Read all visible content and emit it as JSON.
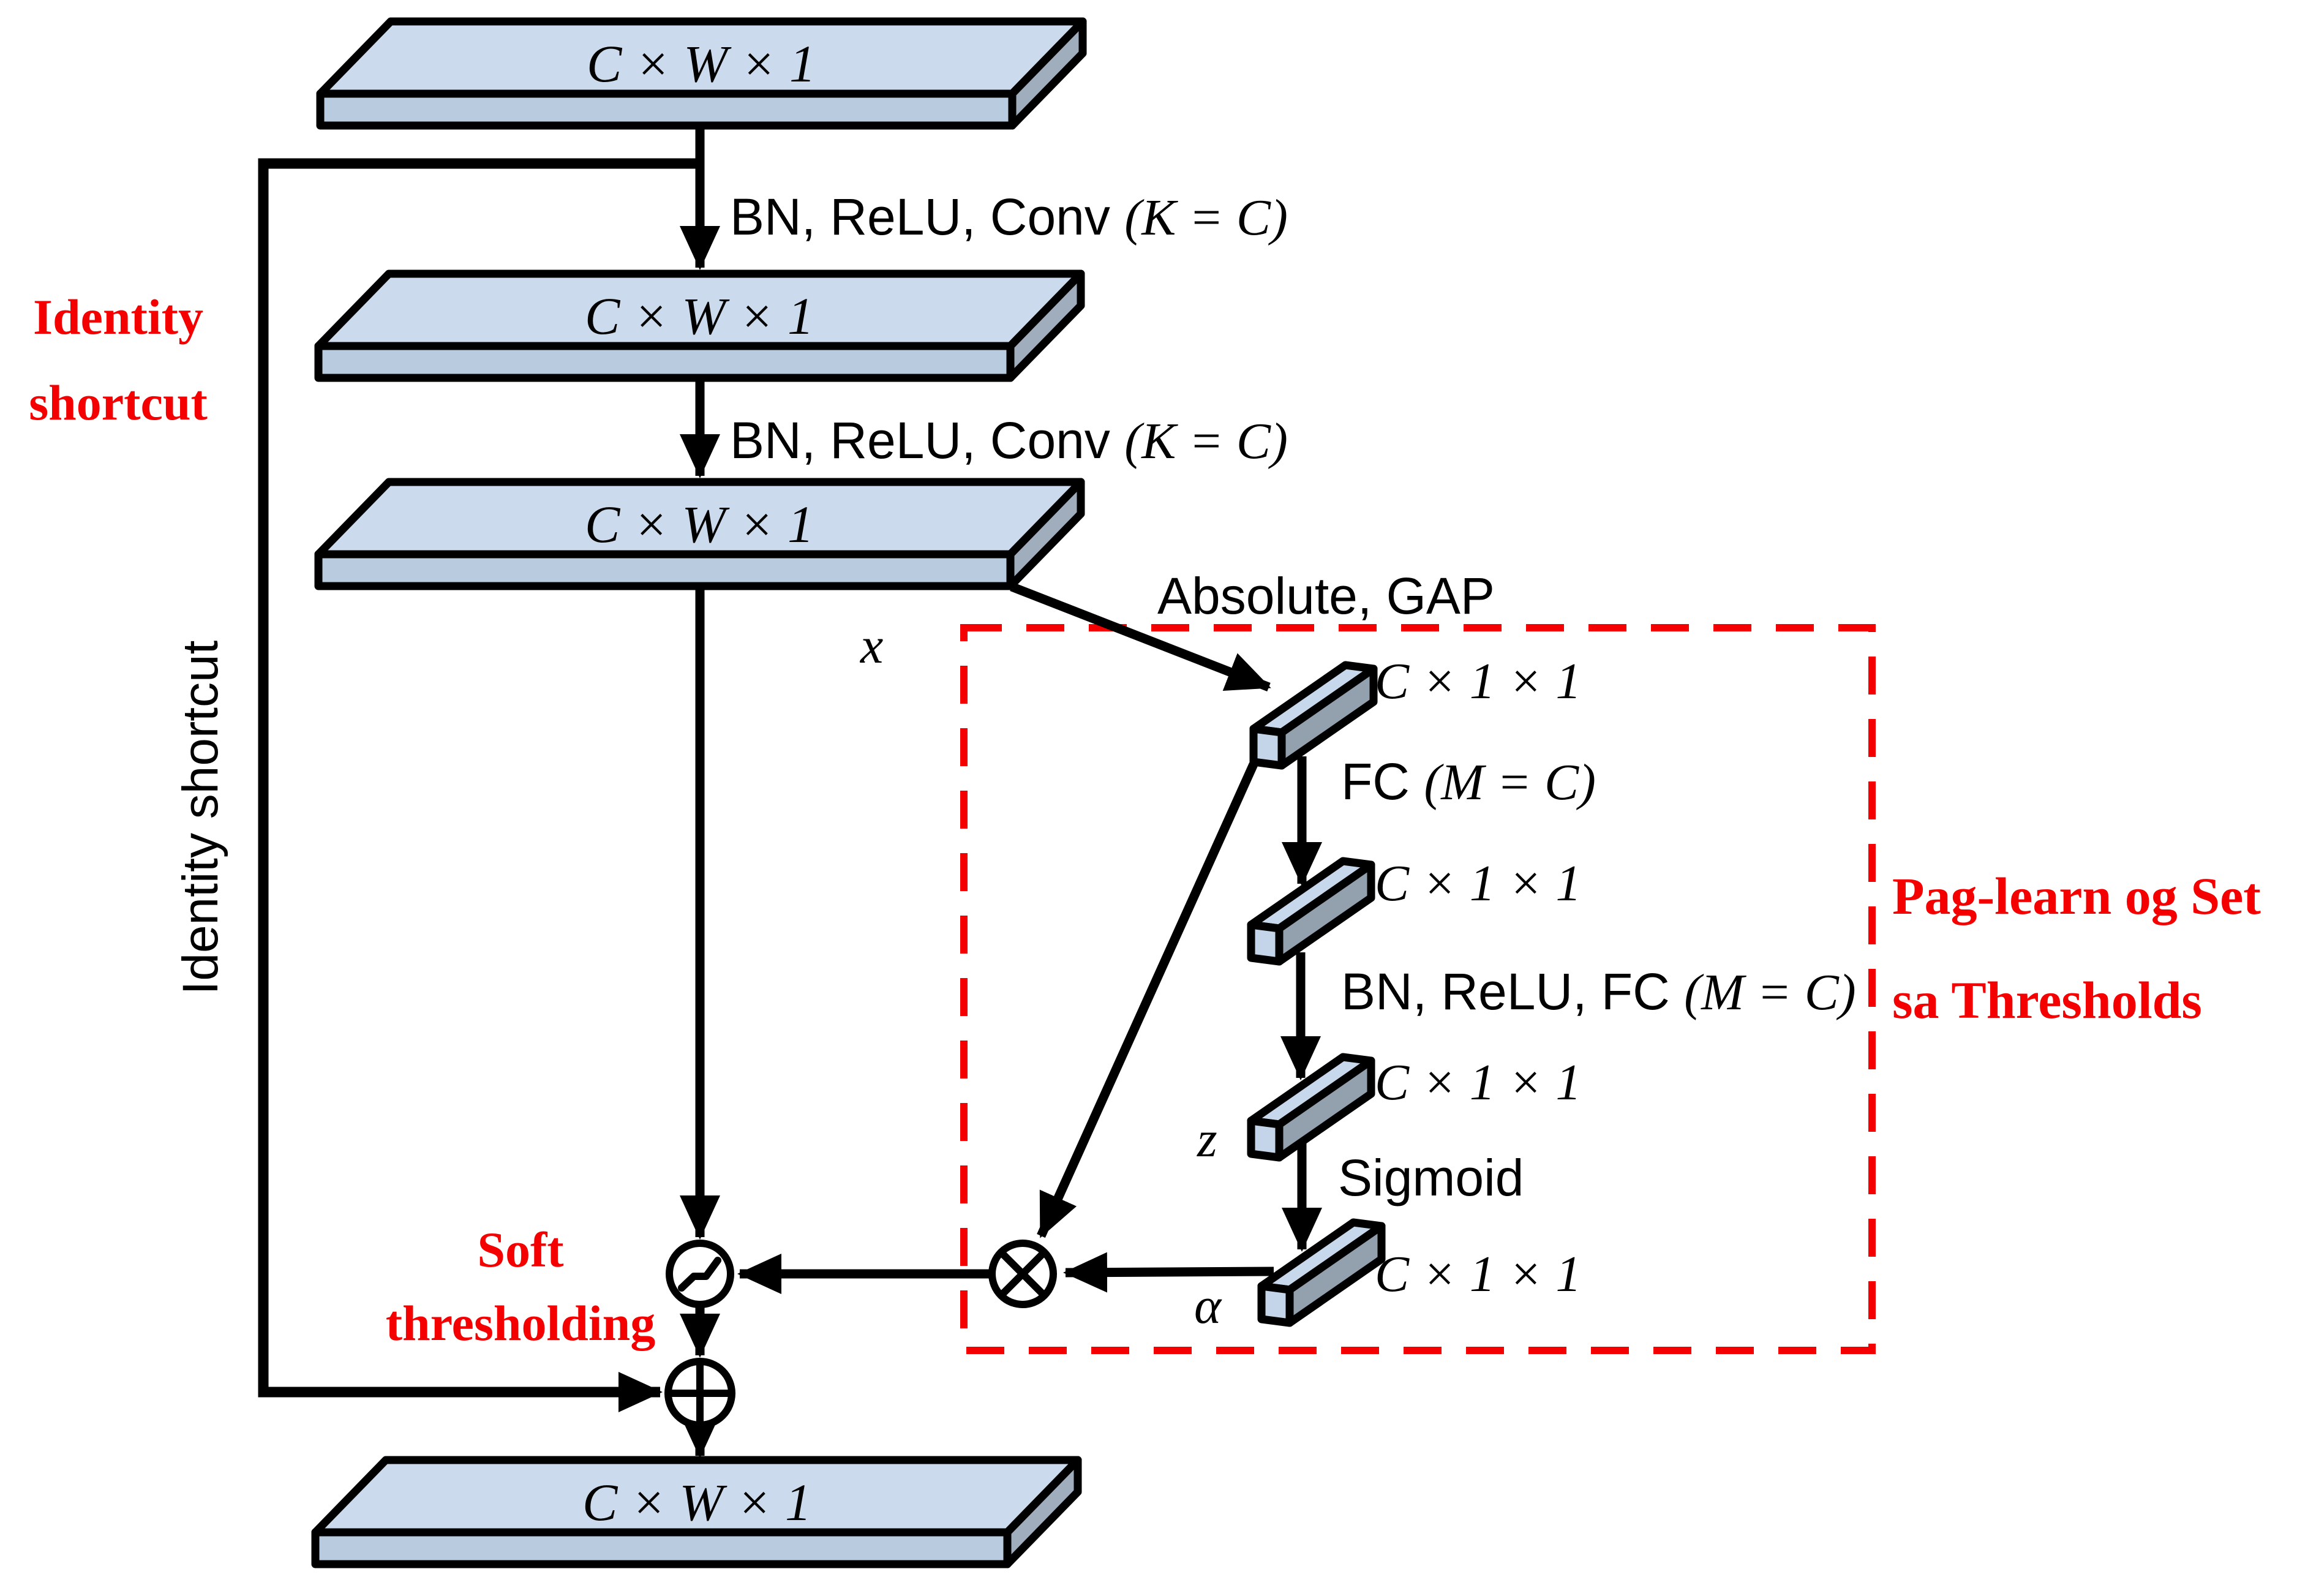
{
  "colors": {
    "accent_red": "#f40000",
    "slab_top": "#cbdaec",
    "slab_front": "#b9cbdf",
    "slab_side": "#9fadbd",
    "bar_top": "#c8d8ec",
    "bar_front": "#c4d5e9",
    "bar_side": "#93a0ae",
    "line_black": "#000000"
  },
  "slabs": [
    {
      "label": "C × W × 1"
    },
    {
      "label": "C × W × 1"
    },
    {
      "label": "C × W × 1"
    },
    {
      "label": "C × W × 1"
    }
  ],
  "bars": [
    {
      "label": "C × 1 × 1"
    },
    {
      "label": "C × 1 × 1"
    },
    {
      "label": "C × 1 × 1"
    },
    {
      "label": "C × 1 × 1"
    }
  ],
  "edge_labels": {
    "conv1_prefix": "BN, ReLU, Conv ",
    "conv1_math": "(K = C)",
    "conv2_prefix": "BN, ReLU, Conv ",
    "conv2_math": "(K = C)",
    "absolute_gap": "Absolute, GAP",
    "fc_prefix": "FC ",
    "fc_math": "(M = C)",
    "bnfc_prefix": "BN, ReLU, FC ",
    "bnfc_math": "(M = C)",
    "sigmoid": "Sigmoid"
  },
  "var_labels": {
    "x": "x",
    "z": "z",
    "alpha": "α"
  },
  "annotations": {
    "identity_title_line1": "Identity",
    "identity_title_line2": "shortcut",
    "identity_vertical": "Identity shortcut",
    "soft_line1": "Soft",
    "soft_line2": "thresholding",
    "box_line1": "Pag-learn og Set",
    "box_line2": "sa Thresholds"
  }
}
